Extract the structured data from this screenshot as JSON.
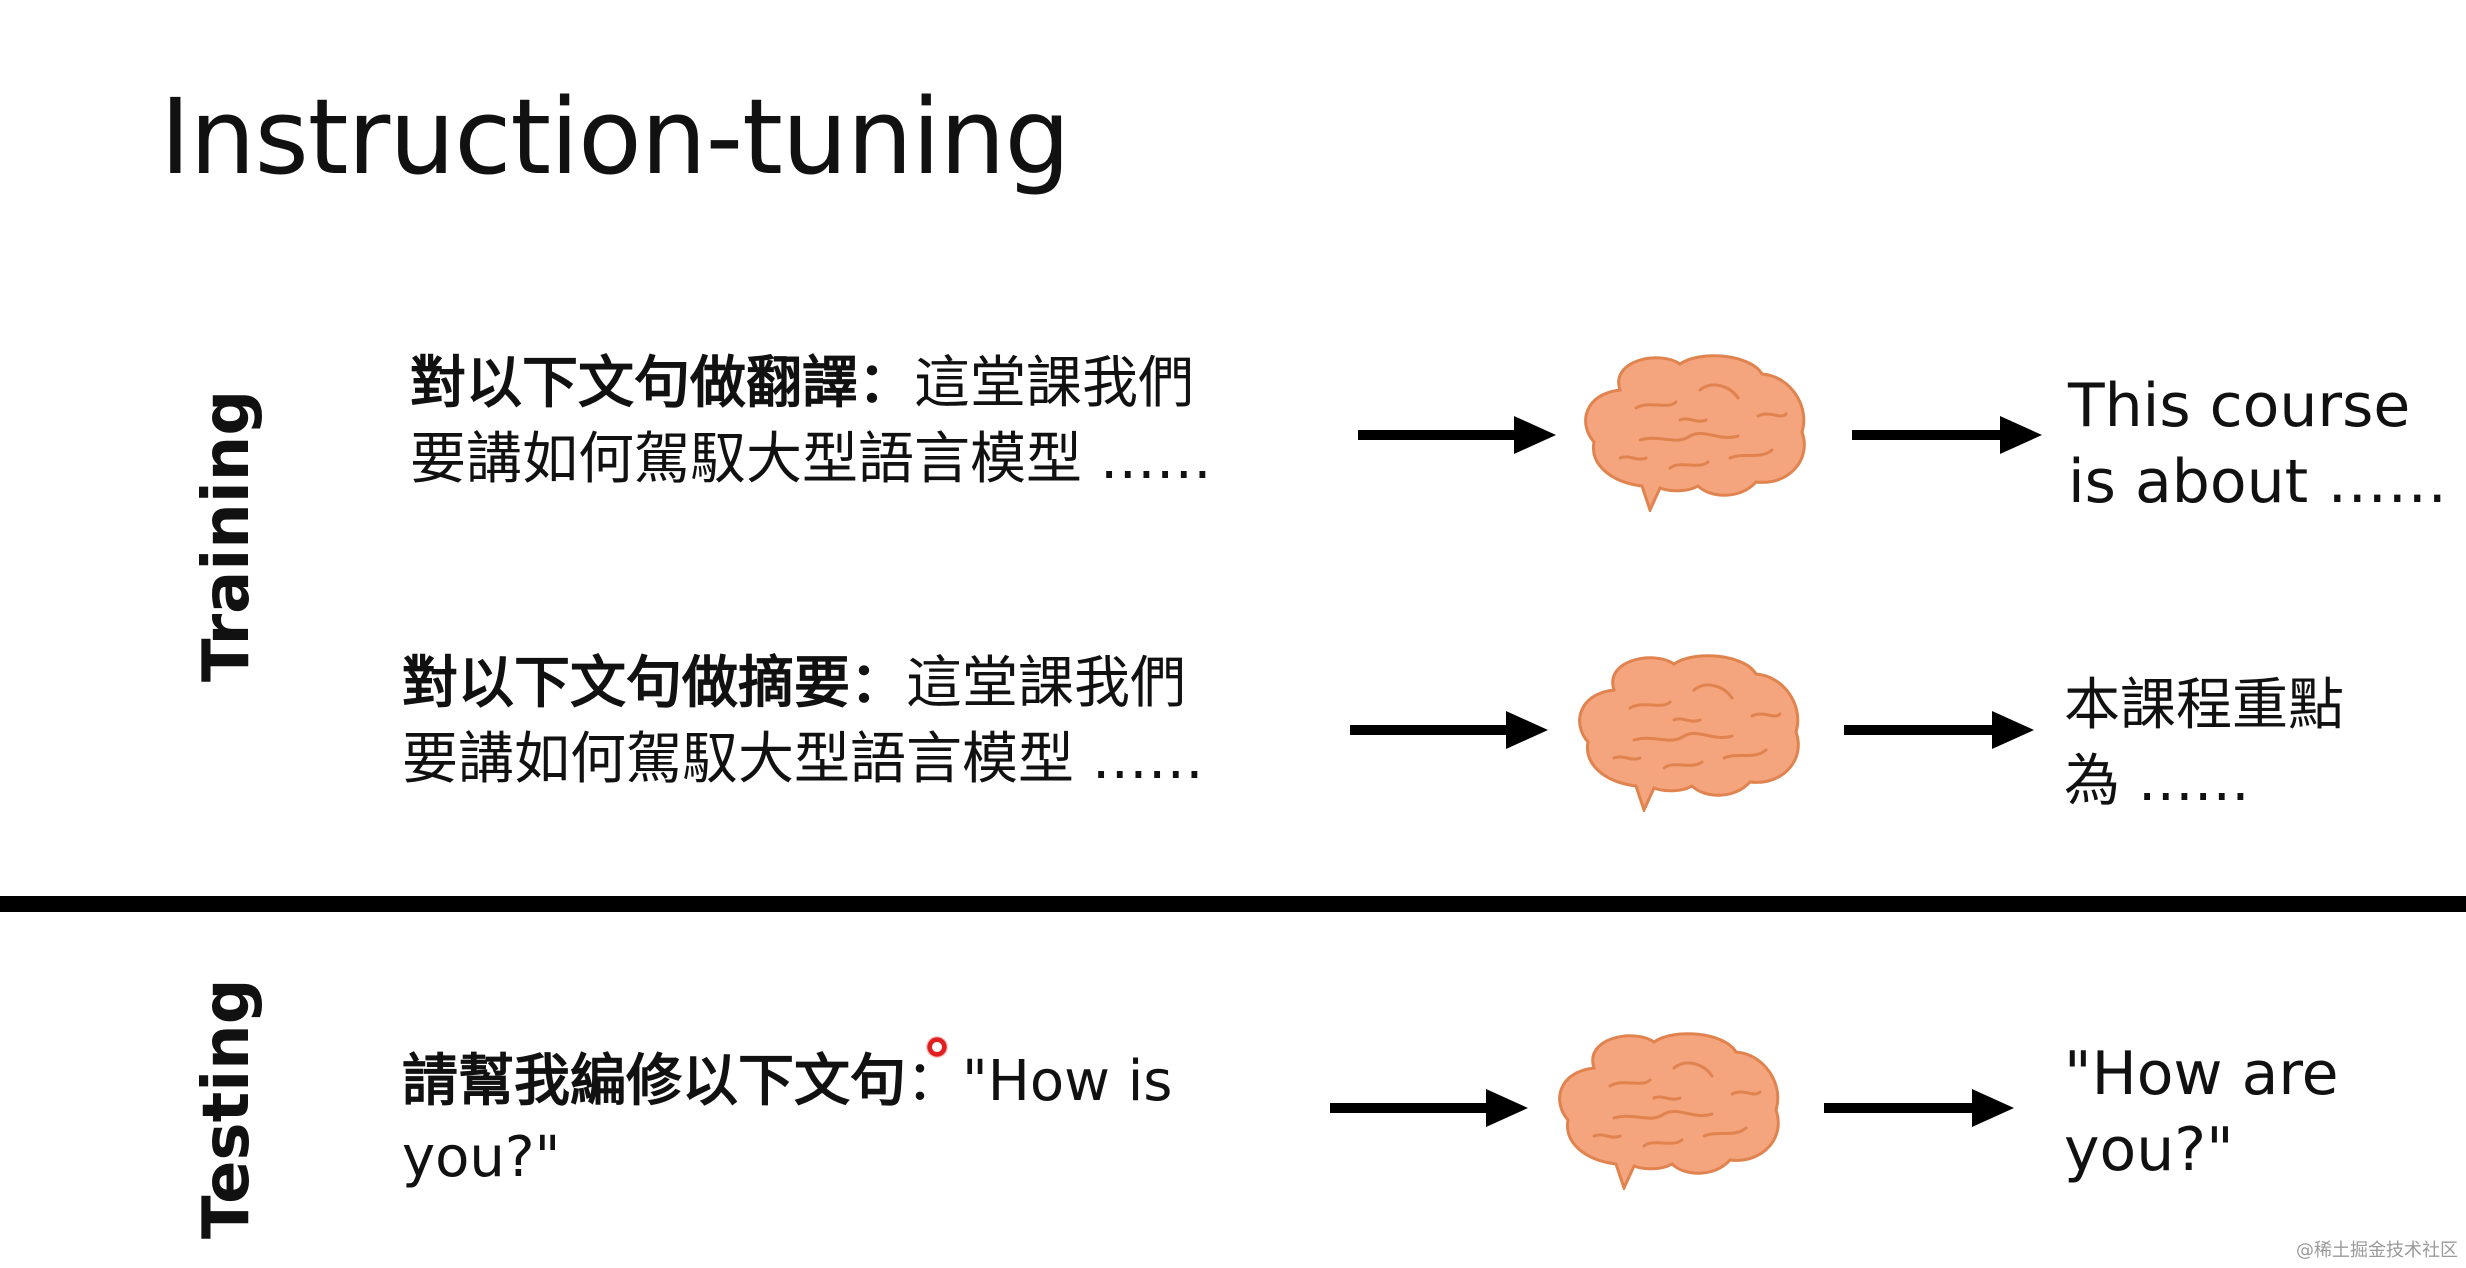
{
  "slide": {
    "title": "Instruction-tuning",
    "sections": {
      "training_label": "Training",
      "testing_label": "Testing"
    },
    "rows": [
      {
        "instruction_bold": "對以下文句做翻譯：",
        "line1_rest": "這堂課我們",
        "line2": "要講如何駕馭大型語言模型 ……",
        "output_line1": "This course",
        "output_line2": "is about ……"
      },
      {
        "instruction_bold": "對以下文句做摘要：",
        "line1_rest": "這堂課我們",
        "line2": "要講如何駕馭大型語言模型 ……",
        "output_line1": "本課程重點",
        "output_line2": "為 ……"
      },
      {
        "instruction_bold": "請幫我編修以下文句",
        "line1_rest": "：\"How is",
        "line2": "you?\"",
        "output_line1": "\"How are",
        "output_line2": "you?\""
      }
    ],
    "colors": {
      "brain_fill": "#F4A57E",
      "brain_stroke": "#E0834F",
      "arrow": "#000000",
      "divider": "#000000",
      "cursor": "#E02020"
    },
    "icons": [
      "arrow-right-icon",
      "brain-icon"
    ],
    "watermark": "@稀土掘金技术社区"
  }
}
